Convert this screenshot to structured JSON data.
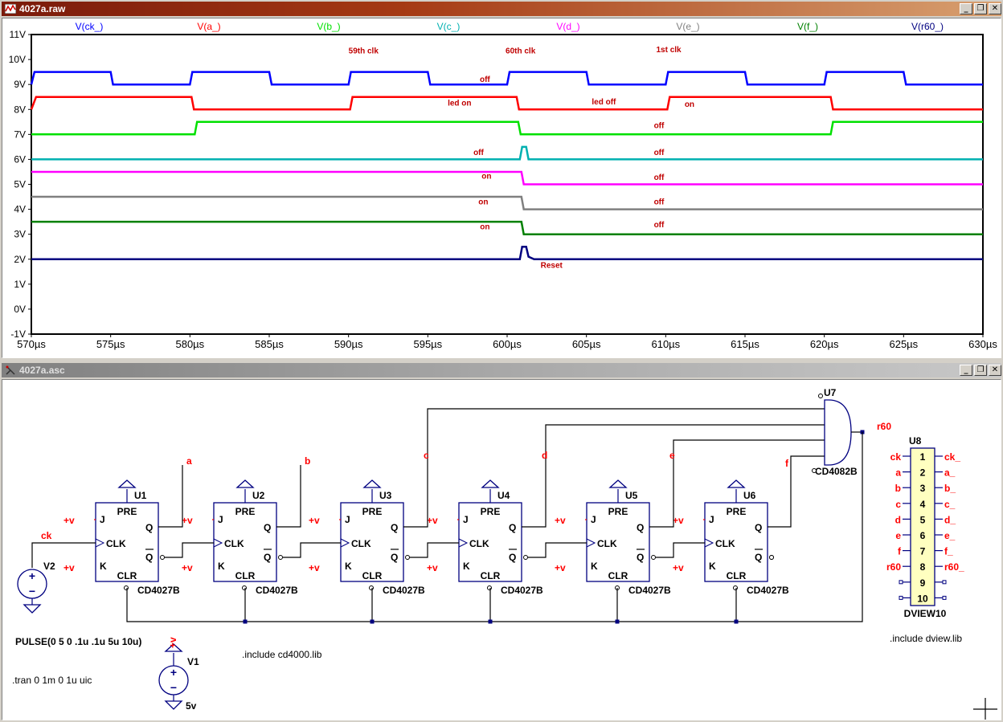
{
  "waveform_window": {
    "title": "4027a.raw",
    "trace_labels": [
      {
        "text": "V(ck_)",
        "color": "#0000ff"
      },
      {
        "text": "V(a_)",
        "color": "#ff0000"
      },
      {
        "text": "V(b_)",
        "color": "#00e000"
      },
      {
        "text": "V(c_)",
        "color": "#00b0b0"
      },
      {
        "text": "V(d_)",
        "color": "#ff00ff"
      },
      {
        "text": "V(e_)",
        "color": "#808080"
      },
      {
        "text": "V(f_)",
        "color": "#008000"
      },
      {
        "text": "V(r60_)",
        "color": "#000080"
      }
    ],
    "y_ticks": [
      "11V",
      "10V",
      "9V",
      "8V",
      "7V",
      "6V",
      "5V",
      "4V",
      "3V",
      "2V",
      "1V",
      "0V",
      "-1V"
    ],
    "x_ticks": [
      "570µs",
      "575µs",
      "580µs",
      "585µs",
      "590µs",
      "595µs",
      "600µs",
      "605µs",
      "610µs",
      "615µs",
      "620µs",
      "625µs",
      "630µs"
    ],
    "annotations": {
      "clk59": "59th clk",
      "clk60": "60th clk",
      "clk1": "1st clk",
      "ck_off": "off",
      "a_ledon": "led on",
      "a_ledoff": "led off",
      "a_on": "on",
      "b_off": "off",
      "c_off1": "off",
      "c_off2": "off",
      "d_on": "on",
      "d_off": "off",
      "e_on": "on",
      "e_off": "off",
      "f_on": "on",
      "f_off": "off",
      "reset": "Reset"
    }
  },
  "schematic_window": {
    "title": "4027a.asc",
    "flipflops": [
      {
        "ref": "U1",
        "part": "CD4027B"
      },
      {
        "ref": "U2",
        "part": "CD4027B"
      },
      {
        "ref": "U3",
        "part": "CD4027B"
      },
      {
        "ref": "U4",
        "part": "CD4027B"
      },
      {
        "ref": "U5",
        "part": "CD4027B"
      },
      {
        "ref": "U6",
        "part": "CD4027B"
      }
    ],
    "pin_labels": {
      "pre": "PRE",
      "clk": "CLK",
      "clr": "CLR",
      "j": "J",
      "k": "K",
      "q": "Q",
      "qbar": "Q"
    },
    "plus_v": "+v",
    "net_labels": {
      "a": "a",
      "b": "b",
      "c": "c",
      "d": "d",
      "e": "e",
      "f": "f",
      "ck": "ck",
      "r60": "r60"
    },
    "gate": {
      "ref": "U7",
      "part": "CD4082B"
    },
    "dview": {
      "ref": "U8",
      "part": "DVIEW10",
      "left_labels": [
        "ck",
        "a",
        "b",
        "c",
        "d",
        "e",
        "f",
        "r60",
        "",
        ""
      ],
      "pins": [
        "1",
        "2",
        "3",
        "4",
        "5",
        "6",
        "7",
        "8",
        "9",
        "10"
      ],
      "right_labels": [
        "ck_",
        "a_",
        "b_",
        "c_",
        "d_",
        "e_",
        "f_",
        "r60_",
        "",
        ""
      ]
    },
    "sources": {
      "v2_ref": "V2",
      "v2_value": "PULSE(0 5 0 .1u .1u 5u 10u)",
      "v1_ref": "V1",
      "v1_value": "5v",
      "v1_net": "+v"
    },
    "directives": {
      "include_cd4000": ".include cd4000.lib",
      "include_dview": ".include dview.lib",
      "tran": ".tran 0 1m 0 1u uic"
    }
  }
}
